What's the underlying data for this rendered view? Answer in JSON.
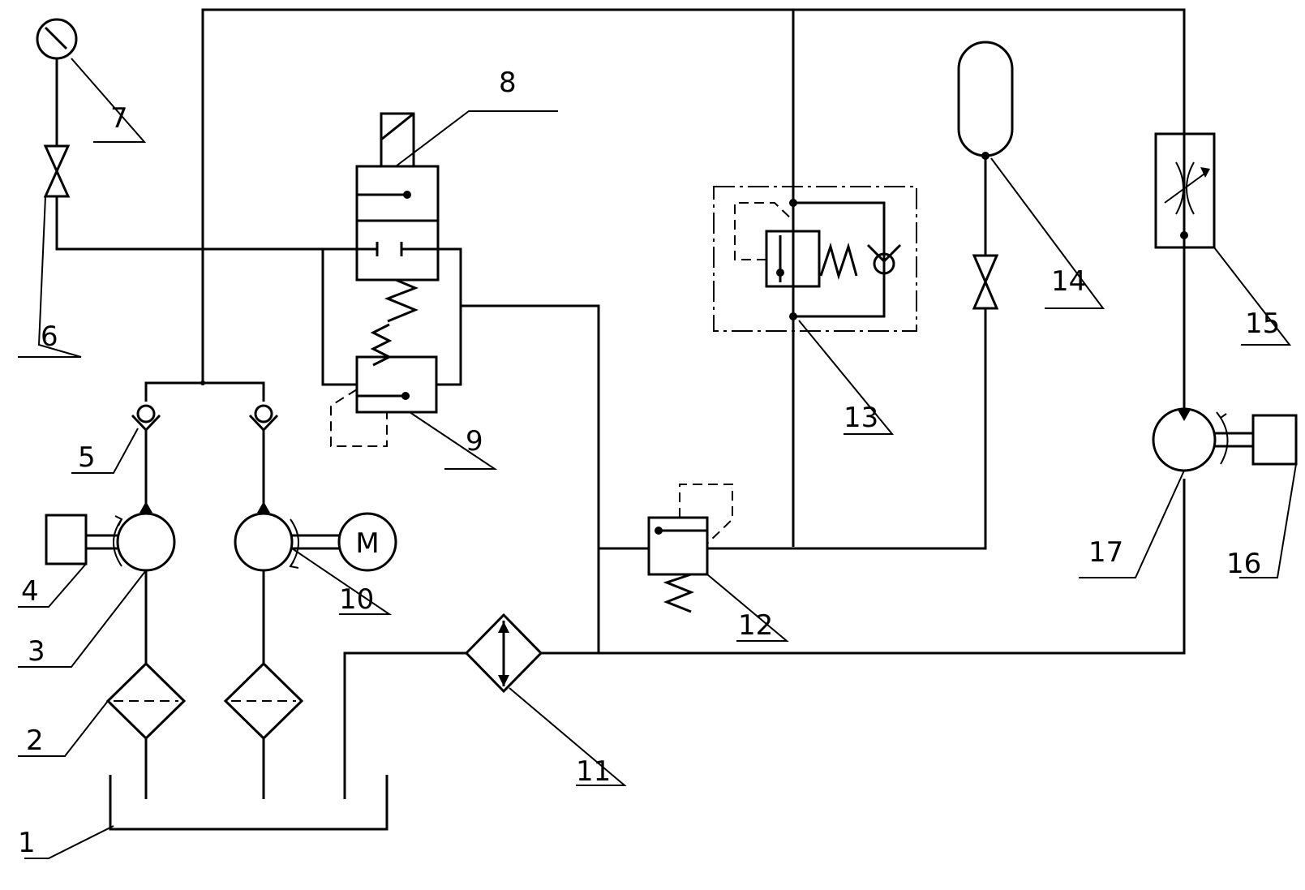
{
  "labels": {
    "l1": "1",
    "l2": "2",
    "l3": "3",
    "l4": "4",
    "l5": "5",
    "l6": "6",
    "l7": "7",
    "l8": "8",
    "l9": "9",
    "l10": "10",
    "l11": "11",
    "l12": "12",
    "l13": "13",
    "l14": "14",
    "l15": "15",
    "l16": "16",
    "l17": "17"
  },
  "symbols": {
    "motor_letter": "M"
  }
}
